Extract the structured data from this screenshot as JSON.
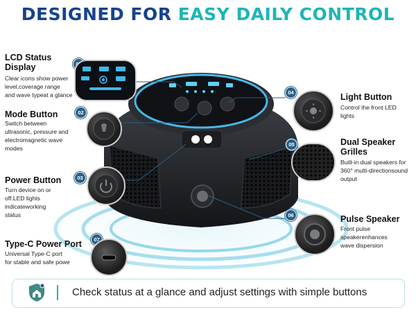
{
  "title": {
    "part1": "DESIGNED FOR",
    "part2": "EASY DAILY CONTROL"
  },
  "features": [
    {
      "num": "01",
      "title_lines": [
        "LCD Status",
        "Display"
      ],
      "desc_lines": [
        "Clear icons show power",
        "level,coverage range",
        "and wave typeat a glance"
      ]
    },
    {
      "num": "02",
      "title_lines": [
        "Mode Button"
      ],
      "desc_lines": [
        "Switch between",
        "ultrasonic, pressure and",
        "electromagnetic wave",
        "modes"
      ]
    },
    {
      "num": "03",
      "title_lines": [
        "Power Button"
      ],
      "desc_lines": [
        "Turn device on or",
        "off.LED lights",
        "indicateworking",
        "status"
      ]
    },
    {
      "num": "07",
      "title_lines": [
        "Type-C Power Port"
      ],
      "desc_lines": [
        "Universal Type-C port",
        "for stable and safe powe"
      ]
    },
    {
      "num": "04",
      "title_lines": [
        "Light Button"
      ],
      "desc_lines": [
        "Control the front LED",
        "lights"
      ]
    },
    {
      "num": "05",
      "title_lines": [
        "Dual Speaker",
        "Grilles"
      ],
      "desc_lines": [
        "Built-in dual speakers for",
        "360° multi-directionsound",
        "output"
      ]
    },
    {
      "num": "06",
      "title_lines": [
        "Pulse Speaker"
      ],
      "desc_lines": [
        "Front pulse",
        "speakerenhances",
        "wave dispersion"
      ]
    }
  ],
  "footer": {
    "text": "Check status at a glance and adjust settings with simple buttons",
    "icon": "shield-home-icon"
  },
  "colors": {
    "navy": "#17428f",
    "teal": "#1fb5b8",
    "badge": "#2a5f86"
  }
}
